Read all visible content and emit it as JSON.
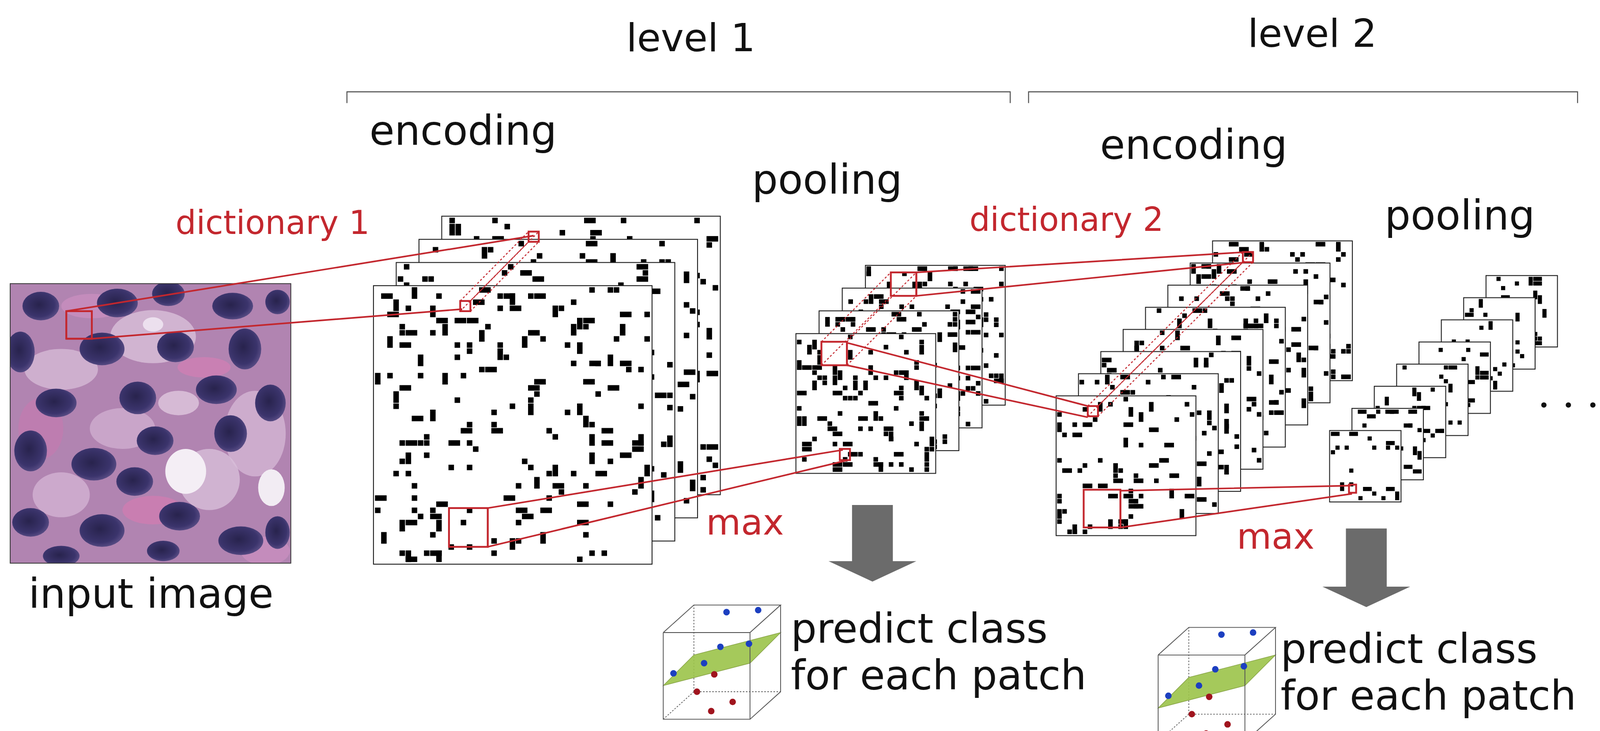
{
  "diagram": {
    "nodes": [
      {
        "text": [
          "input image"
        ]
      },
      {
        "text": [
          "encoding"
        ]
      },
      {
        "text": [
          "pooling"
        ]
      },
      {
        "text": [
          "encoding"
        ]
      },
      {
        "text": [
          "pooling"
        ]
      },
      {
        "text": [
          "predict class for each patch"
        ]
      },
      {
        "text": [
          "predict class for each patch"
        ]
      }
    ],
    "edges": [
      {
        "from": 0,
        "to": 1,
        "label": "dictionary 1",
        "arrow": "none"
      },
      {
        "from": 1,
        "to": 2,
        "label": "max",
        "arrow": "none"
      },
      {
        "from": 2,
        "to": 3,
        "label": "dictionary 2",
        "arrow": "none"
      },
      {
        "from": 3,
        "to": 4,
        "label": "max",
        "arrow": "none"
      },
      {
        "from": 2,
        "to": 5,
        "arrow": "to"
      },
      {
        "from": 4,
        "to": 6,
        "arrow": "to"
      }
    ],
    "labels": [
      "level 1",
      "level 2"
    ]
  }
}
